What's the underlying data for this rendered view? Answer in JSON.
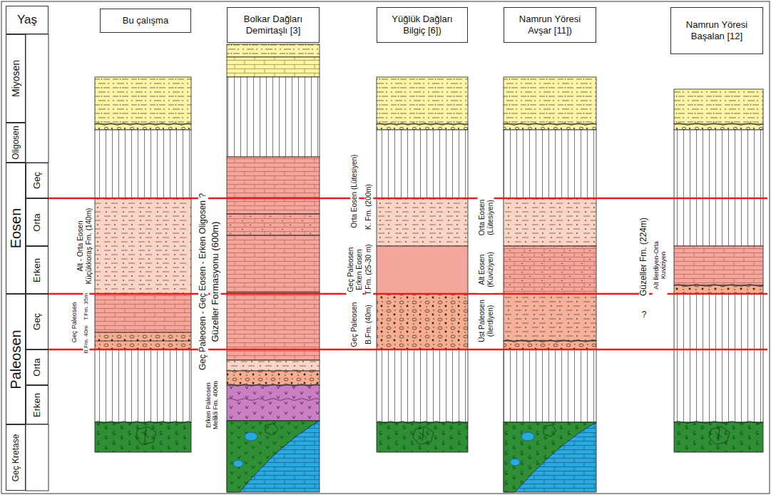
{
  "diagram": {
    "nodes": [
      {
        "text": [
          "Yaş"
        ]
      },
      {
        "text": [
          "Miyosen"
        ]
      },
      {
        "text": [
          "Oligosen"
        ]
      },
      {
        "text": [
          "Eosen"
        ]
      },
      {
        "text": [
          "Geç"
        ]
      },
      {
        "text": [
          "Orta"
        ]
      },
      {
        "text": [
          "Erken"
        ]
      },
      {
        "text": [
          "Paleosen"
        ]
      },
      {
        "text": [
          "Geç"
        ]
      },
      {
        "text": [
          "Orta"
        ]
      },
      {
        "text": [
          "Erken"
        ]
      },
      {
        "text": [
          "Geç Kretase"
        ]
      },
      {
        "text": [
          "Bu çalışma"
        ]
      },
      {
        "text": [
          "Bolkar Dağları Demirtaşlı [3]"
        ]
      },
      {
        "text": [
          "Yüğlük Dağları Bilgiç [6])"
        ]
      },
      {
        "text": [
          "Namrun Yöresi Avşar [11])"
        ]
      },
      {
        "text": [
          "Namrun Yöresi Başalan [12]"
        ]
      }
    ],
    "labels": [
      "Alt - Orta Eosen Küçükkoraş Fm. (140m)",
      "Geç Paleosen",
      "T.Fm. 35m",
      "B.Fm. 40m",
      "Geç Paleosen - Geç Eosen - Erken Oligosen ?",
      "Güzeller Formasyonu (600m)",
      "Erken Paleosen Melikli Fm. 400m",
      "Orta Eosen (Lütesiyen)",
      "K. Fm. (200m)",
      "Geç Paleosen Erken Eosen",
      "T.Fm. (25-30 m)",
      "Geç Paleosen",
      "B.Fm. (40m)",
      "Orta Eosen (Lütesiyen)",
      "Alt Eosen (Kuviziyen)",
      "Üst Paleosen (İlerdiyen)",
      "Güzeller Fm. (224m)",
      "Alt İlerdiyen-Orta Kuviziyen",
      "?"
    ]
  }
}
